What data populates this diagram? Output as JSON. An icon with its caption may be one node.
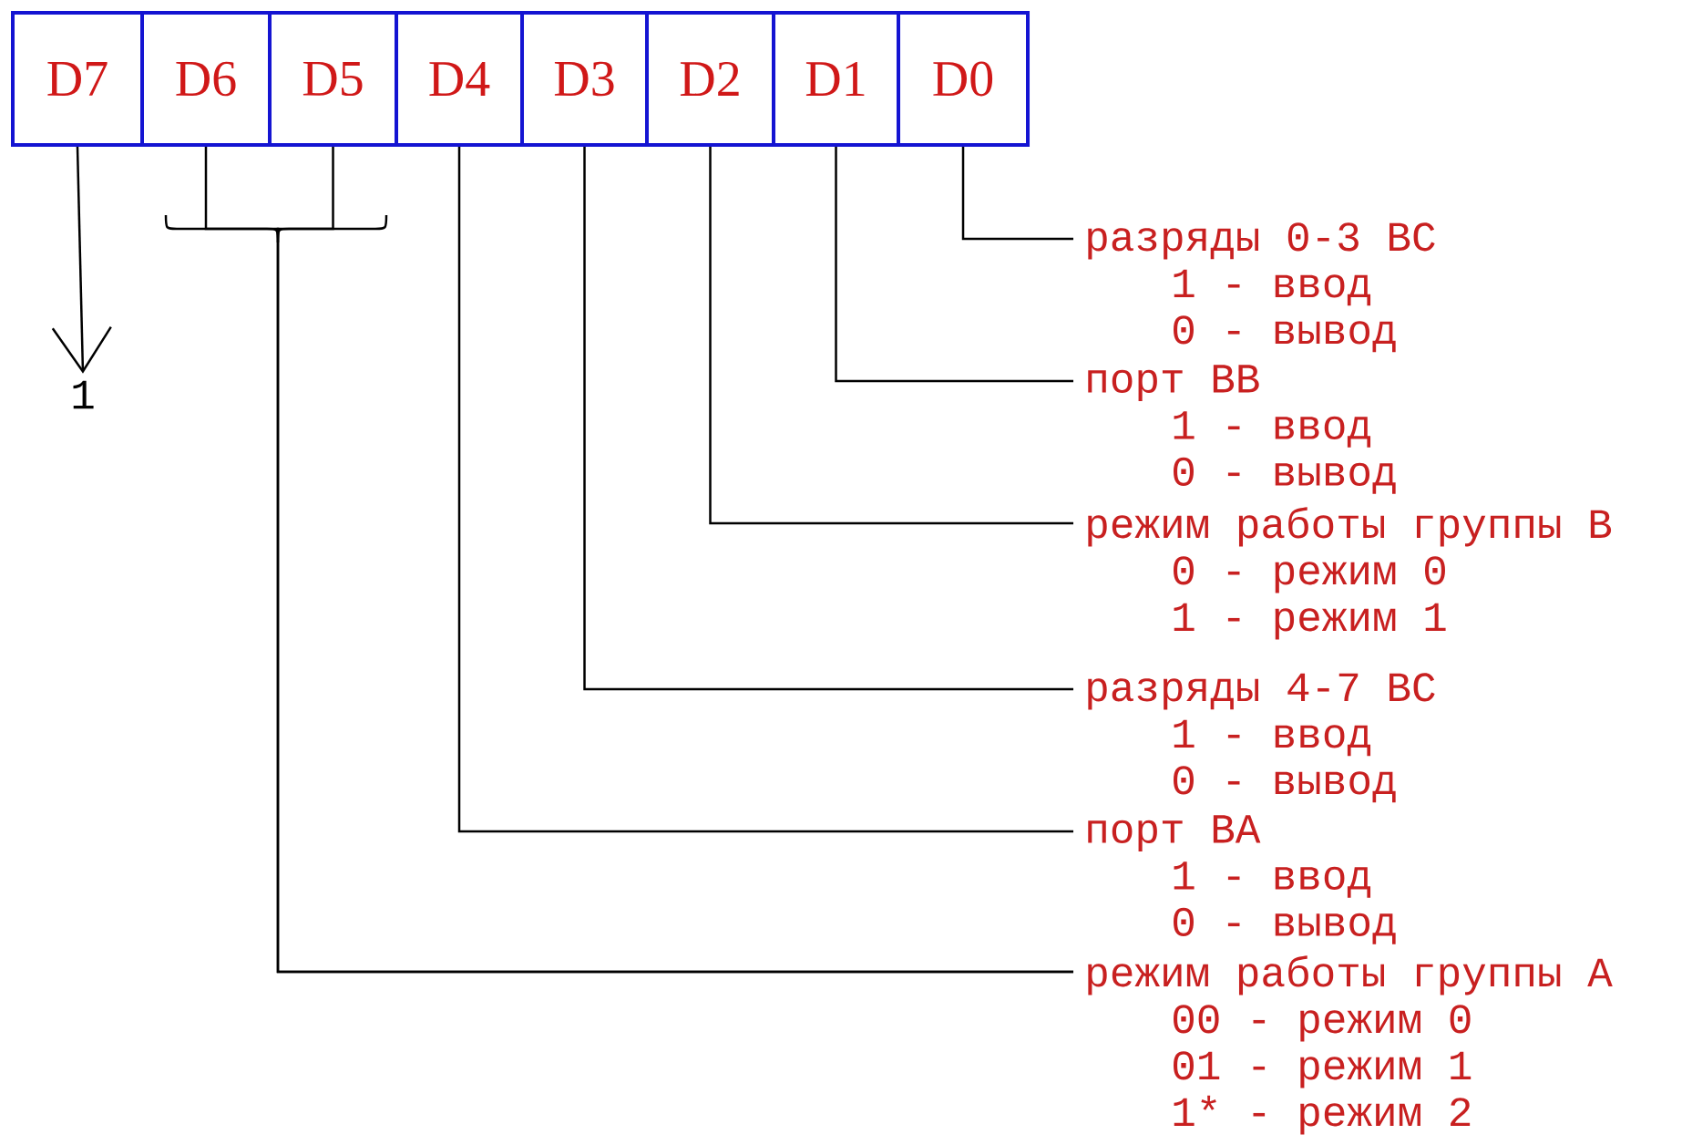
{
  "diagram": {
    "nodes": [
      {
        "text": [
          "D7"
        ]
      },
      {
        "text": [
          "D6"
        ]
      },
      {
        "text": [
          "D5"
        ]
      },
      {
        "text": [
          "D4"
        ]
      },
      {
        "text": [
          "D3"
        ]
      },
      {
        "text": [
          "D2"
        ]
      },
      {
        "text": [
          "D1"
        ]
      },
      {
        "text": [
          "D0"
        ]
      },
      {
        "text": [
          "1"
        ]
      },
      {
        "text": [
          "разряды 0-3 ВС",
          "1 - ввод",
          "0 - вывод"
        ]
      },
      {
        "text": [
          "порт ВВ",
          "1 - ввод",
          "0 - вывод"
        ]
      },
      {
        "text": [
          "режим работы группы В",
          "0 - режим 0",
          "1 - режим 1"
        ]
      },
      {
        "text": [
          "разряды 4-7 ВС",
          "1 - ввод",
          "0 - вывод"
        ]
      },
      {
        "text": [
          "порт ВА",
          "1 - ввод",
          "0 - вывод"
        ]
      },
      {
        "text": [
          "режим работы группы А",
          "00 - режим 0",
          "01 - режим 1",
          "1* - режим 2"
        ]
      }
    ],
    "edges": [
      {
        "from": 0,
        "to": 8,
        "arrow": "to"
      },
      {
        "from": 7,
        "to": 9,
        "arrow": "none"
      },
      {
        "from": 6,
        "to": 10,
        "arrow": "none"
      },
      {
        "from": 5,
        "to": 11,
        "arrow": "none"
      },
      {
        "from": 4,
        "to": 12,
        "arrow": "none"
      },
      {
        "from": 3,
        "to": 13,
        "arrow": "none"
      },
      {
        "from": 1,
        "to": 14,
        "arrow": "none"
      },
      {
        "from": 2,
        "to": 14,
        "arrow": "none"
      }
    ]
  }
}
